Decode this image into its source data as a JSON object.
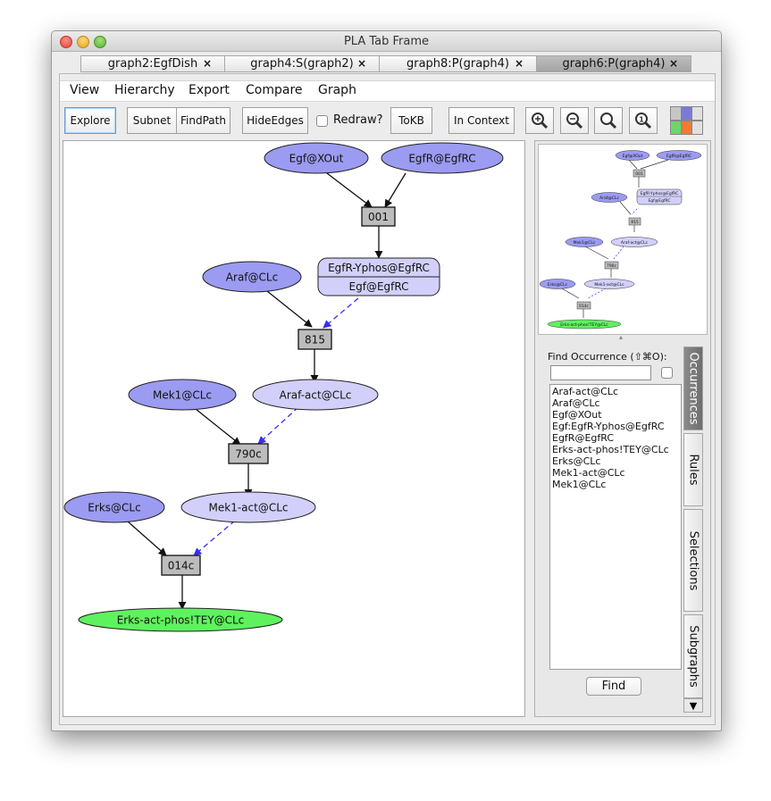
{
  "window": {
    "title": "PLA Tab Frame"
  },
  "tabs": [
    {
      "label": "graph2:EgfDish",
      "close": "×"
    },
    {
      "label": "graph4:S(graph2)",
      "close": "×"
    },
    {
      "label": "graph8:P(graph4)",
      "close": "×"
    },
    {
      "label": "graph6:P(graph4)",
      "close": "×",
      "active": true
    }
  ],
  "menu": [
    "View",
    "Hierarchy",
    "Export",
    "Compare",
    "Graph"
  ],
  "toolbar": {
    "explore": "Explore",
    "subnet": "Subnet",
    "findpath": "FindPath",
    "hideedges": "HideEdges",
    "redraw": "Redraw?",
    "tokb": "ToKB",
    "incontext": "In Context"
  },
  "zoom_icons": [
    "zoom-in-icon",
    "zoom-out-icon",
    "zoom-fit-icon",
    "zoom-actual-icon"
  ],
  "graph": {
    "nodes": {
      "egf_xout": "Egf@XOut",
      "egfr_egfrc": "EgfR@EgfRC",
      "t001": "001",
      "complex_top": "EgfR-Yphos@EgfRC",
      "complex_bottom": "Egf@EgfRC",
      "araf": "Araf@CLc",
      "t815": "815",
      "mek1": "Mek1@CLc",
      "araf_act": "Araf-act@CLc",
      "t790c": "790c",
      "erks": "Erks@CLc",
      "mek1_act": "Mek1-act@CLc",
      "t014c": "014c",
      "erks_act": "Erks-act-phos!TEY@CLc"
    },
    "colors": {
      "source": "#9b9bf2",
      "intermediate": "#d2d0fa",
      "target": "#5ef35e",
      "transition": "#bcbcbc",
      "dashed_edge": "#3a2ef0"
    }
  },
  "overview": {
    "labels": {
      "egf_xout": "Egf@XOut",
      "egfr_egfrc": "EgfR@EgfRC",
      "t001": "001",
      "araf": "Araf@CLc",
      "complex_top": "EgfR-Yphos@EgfRC",
      "complex_bottom": "Egf@EgfRC",
      "t815": "815",
      "mek1": "Mek1@CLc",
      "araf_act": "Araf-act@CLc",
      "t790c": "790c",
      "erks": "Erks@CLc",
      "mek1_act": "Mek1-act@CLc",
      "t014c": "014c",
      "erks_act": "Erks-act-phos!TEY@CLc"
    }
  },
  "sidebar": {
    "find_label": "Find Occurrence (⇧⌘O):",
    "occurrences": [
      "Araf-act@CLc",
      "Araf@CLc",
      "Egf@XOut",
      "Egf:EgfR-Yphos@EgfRC",
      "EgfR@EgfRC",
      "Erks-act-phos!TEY@CLc",
      "Erks@CLc",
      "Mek1-act@CLc",
      "Mek1@CLc"
    ],
    "find_button": "Find",
    "vtabs": [
      "Occurrences",
      "Rules",
      "Selections",
      "Subgraphs"
    ],
    "scroll_arrow": "▼"
  }
}
